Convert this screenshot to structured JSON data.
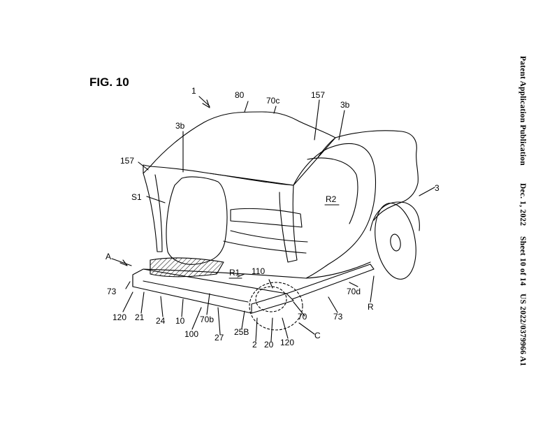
{
  "figure": {
    "title": "FIG. 10"
  },
  "header": {
    "publication_type": "Patent Application Publication",
    "date": "Dec. 1, 2022",
    "sheet": "Sheet 10 of 14",
    "publication_number": "US 2022/0379966 A1"
  },
  "labels": {
    "l1": "1",
    "l80": "80",
    "l70c": "70c",
    "l157a": "157",
    "l3b_a": "3b",
    "l3b_b": "3b",
    "l157b": "157",
    "l3": "3",
    "lS1": "S1",
    "lR2": "R2",
    "lA": "A",
    "lR1": "R1",
    "l110": "110",
    "l73a": "73",
    "l70d": "70d",
    "l120a": "120",
    "l21": "21",
    "l24": "24",
    "l10": "10",
    "l70b": "70b",
    "l70": "70",
    "l73b": "73",
    "lR": "R",
    "l100": "100",
    "l27": "27",
    "l25B": "25B",
    "l2": "2",
    "l20": "20",
    "l120b": "120",
    "lC": "C"
  }
}
